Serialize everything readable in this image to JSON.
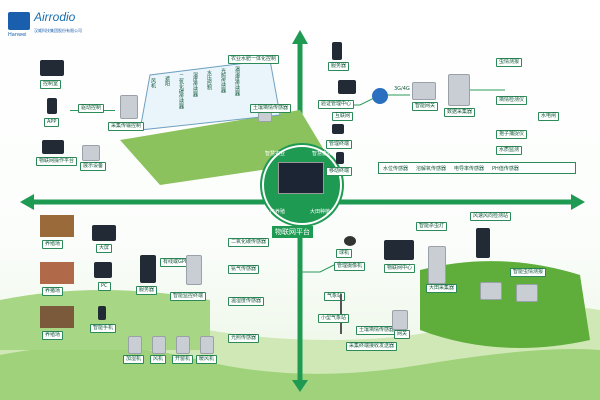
{
  "brand": {
    "name": "Airrodio",
    "sub_en": "Hanwei",
    "sub_cn": "汉威科技集团股份有限公司"
  },
  "center": {
    "title": "物联网平台",
    "ring": [
      "智慧农业",
      "智慧畜牧",
      "水产养殖",
      "大田种植"
    ]
  },
  "greenhouse": {
    "left_labels": [
      "控制室",
      "APP",
      "物联网操作平台",
      "展示设备"
    ],
    "connector": "驱动控制",
    "collector": "采集传输控制",
    "sensors": [
      "风机",
      "遮阳",
      "二氧化碳传感器",
      "湿度传感器",
      "水压控制",
      "光照传感器",
      "温湿度传感器"
    ],
    "top_label": "农业水肥一体化控制",
    "weather": "土壤墒情传感器"
  },
  "cloud": {
    "labels": [
      "服务器",
      "验证管理中心",
      "互联网",
      "管理终端",
      "智能网关",
      "数据采集器",
      "移动终端"
    ],
    "network": "3G/4G",
    "right_labels": [
      "虫情测报",
      "墒情检测仪",
      "孢子捕捉仪",
      "水质监测"
    ],
    "strip": [
      "水位传感器",
      "溶解氧传感器",
      "电导率传感器",
      "PH值传感器"
    ],
    "valve": "水电闸"
  },
  "livestock": {
    "photos": [
      "养殖场",
      "养猪场",
      "养殖场"
    ],
    "left": [
      "大屏",
      "PC",
      "智能手机"
    ],
    "devices": [
      "服务器",
      "智能监控终端"
    ],
    "gprs": "有线或GPRS",
    "sensors": [
      "二氧化碳传感器",
      "氨气传感器",
      "温湿度传感器",
      "光照传感器"
    ],
    "bottom": [
      "加湿机",
      "风机",
      "开窗机",
      "暖风机"
    ]
  },
  "field": {
    "labels": [
      "球机",
      "管理摄像机",
      "物联网中心",
      "大田采集器",
      "智能虫情测报",
      "气象站",
      "小型气象站",
      "土壤墒情传感器",
      "采集终端接收发送器",
      "网关"
    ],
    "top": [
      "智能杀虫灯",
      "风速风向检测站"
    ]
  }
}
